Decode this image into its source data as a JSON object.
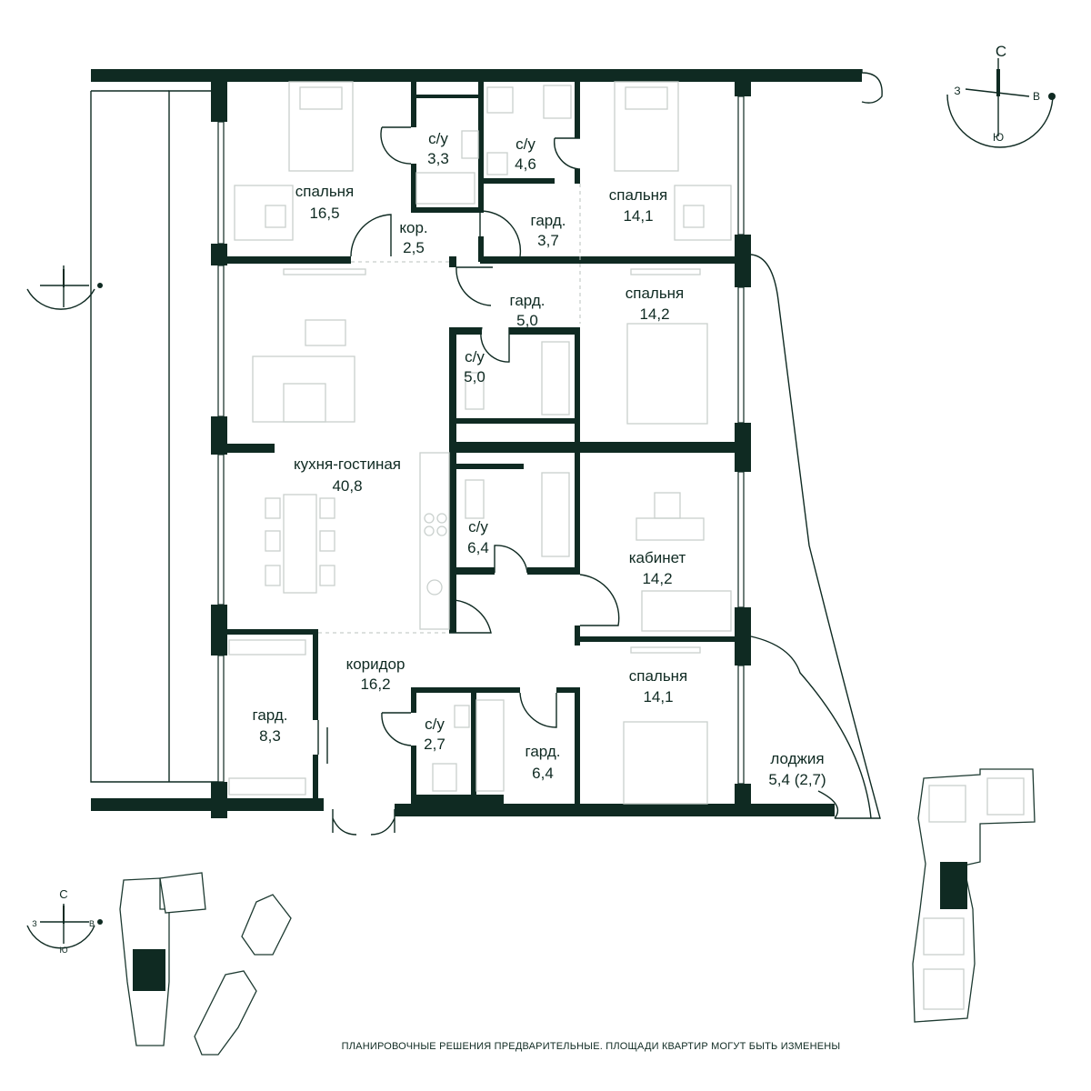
{
  "plan": {
    "rooms": [
      {
        "name": "спальня",
        "area": "16,5"
      },
      {
        "name": "с/у",
        "area": "3,3"
      },
      {
        "name": "с/у",
        "area": "4,6"
      },
      {
        "name": "спальня",
        "area": "14,1"
      },
      {
        "name": "кор.",
        "area": "2,5"
      },
      {
        "name": "гард.",
        "area": "3,7"
      },
      {
        "name": "гард.",
        "area": "5,0"
      },
      {
        "name": "спальня",
        "area": "14,2"
      },
      {
        "name": "с/у",
        "area": "5,0"
      },
      {
        "name": "кухня-гостиная",
        "area": "40,8"
      },
      {
        "name": "с/у",
        "area": "6,4"
      },
      {
        "name": "кабинет",
        "area": "14,2"
      },
      {
        "name": "коридор",
        "area": "16,2"
      },
      {
        "name": "спальня",
        "area": "14,1"
      },
      {
        "name": "гард.",
        "area": "8,3"
      },
      {
        "name": "с/у",
        "area": "2,7"
      },
      {
        "name": "гард.",
        "area": "6,4"
      },
      {
        "name": "лоджия",
        "area": "5,4 (2,7)"
      }
    ]
  },
  "compass_main": {
    "north": "С",
    "south": "Ю",
    "west": "З",
    "east": "В"
  },
  "compass_small": {
    "north": "С",
    "south": "Ю",
    "west": "З",
    "east": "В"
  },
  "footer": {
    "disclaimer": "ПЛАНИРОВОЧНЫЕ РЕШЕНИЯ ПРЕДВАРИТЕЛЬНЫЕ. ПЛОЩАДИ КВАРТИР МОГУТ БЫТЬ ИЗМЕНЕНЫ"
  },
  "colors": {
    "wall": "#0f2a22",
    "furniture": "#c9d0cd",
    "background": "#ffffff"
  }
}
